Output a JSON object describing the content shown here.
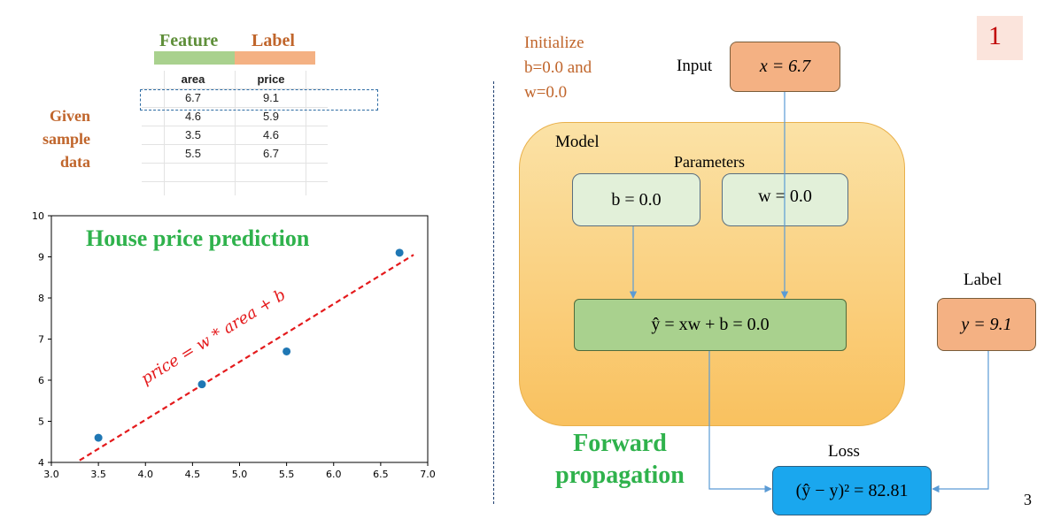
{
  "table": {
    "feature_header": "Feature",
    "label_header": "Label",
    "columns": [
      "area",
      "price"
    ],
    "rows": [
      [
        "6.7",
        "9.1"
      ],
      [
        "4.6",
        "5.9"
      ],
      [
        "3.5",
        "4.6"
      ],
      [
        "5.5",
        "6.7"
      ]
    ],
    "caption_lines": [
      "Given",
      "sample",
      "data"
    ]
  },
  "diagram": {
    "init_lines": [
      "Initialize",
      "b=0.0 and",
      "w=0.0"
    ],
    "input_label": "Input",
    "x_value": "x = 6.7",
    "model_label": "Model",
    "parameters_label": "Parameters",
    "b_value": "b = 0.0",
    "w_value": "w = 0.0",
    "prediction": "ŷ = xw + b = 0.0",
    "label_label": "Label",
    "y_value": "y = 9.1",
    "loss_label": "Loss",
    "loss_value": "(ŷ − y)² = 82.81",
    "forward_lines": [
      "Forward",
      "propagation"
    ],
    "step_number": "1",
    "page_number": "3"
  },
  "colors": {
    "title_green": "#2fb24c",
    "label_orange": "#c0652b",
    "model_fill": "#f9c15f",
    "param_fill": "#e2f0d9",
    "prediction_fill": "#a9d18e",
    "loss_fill": "#1aa7ee",
    "point_blue": "#1f77b4",
    "fit_line_red": "#e41a1c"
  },
  "chart_data": {
    "type": "scatter",
    "title": "House price prediction",
    "annotation": "price = w * area + b",
    "x": [
      3.5,
      4.6,
      5.5,
      6.7
    ],
    "y": [
      4.6,
      5.9,
      6.7,
      9.1
    ],
    "xlim": [
      3.0,
      7.0
    ],
    "ylim": [
      4,
      10
    ],
    "xticks": [
      "3.0",
      "3.5",
      "4.0",
      "4.5",
      "5.0",
      "5.5",
      "6.0",
      "6.5",
      "7.0"
    ],
    "yticks": [
      "4",
      "5",
      "6",
      "7",
      "8",
      "9",
      "10"
    ],
    "fit_line": {
      "x": [
        3.3,
        6.85
      ],
      "y": [
        4.05,
        9.05
      ],
      "style": "dashed"
    }
  }
}
